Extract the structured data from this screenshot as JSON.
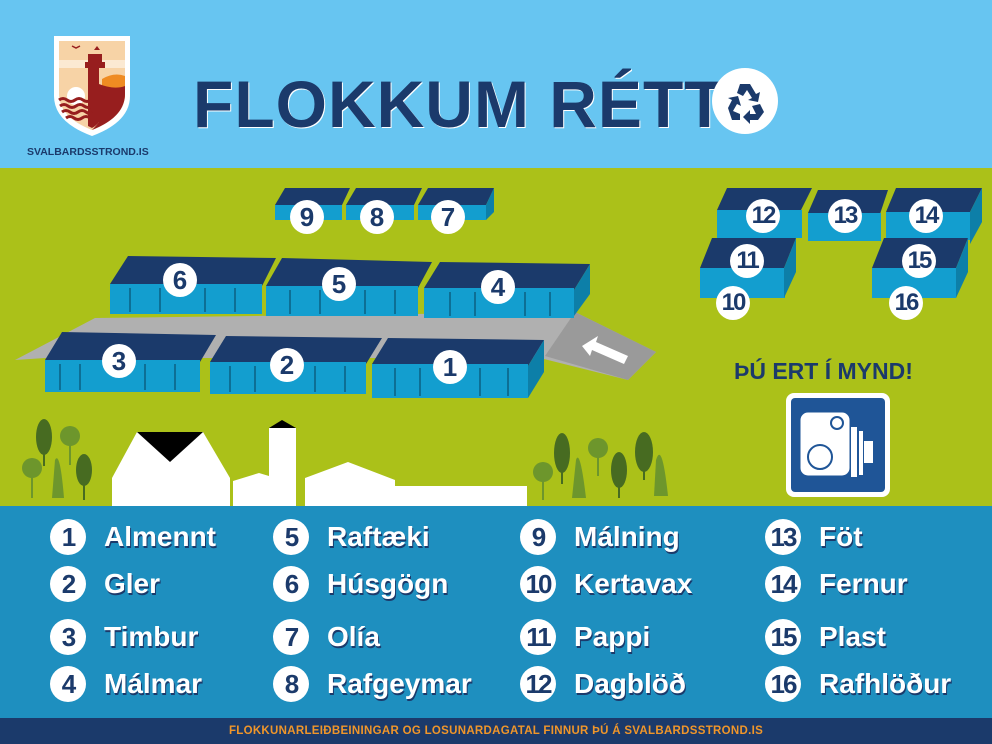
{
  "header": {
    "title": "FLOKKUM RÉTT",
    "logo_site": "SVALBARDSSTROND.IS",
    "logo_icon": "municipal-crest-lighthouse",
    "title_icon": "recycle-icon"
  },
  "map": {
    "row_back_small": [
      {
        "num": "9"
      },
      {
        "num": "8"
      },
      {
        "num": "7"
      }
    ],
    "row_mid": [
      {
        "num": "6"
      },
      {
        "num": "5"
      },
      {
        "num": "4"
      }
    ],
    "row_front": [
      {
        "num": "3"
      },
      {
        "num": "2"
      },
      {
        "num": "1"
      }
    ],
    "right_cluster": [
      {
        "num": "12"
      },
      {
        "num": "13"
      },
      {
        "num": "14"
      },
      {
        "num": "11"
      },
      {
        "num": "15"
      },
      {
        "num": "10"
      },
      {
        "num": "16"
      }
    ],
    "entrance_arrow": "arrow-left-icon",
    "camera_notice": "ÞÚ ERT Í MYND!",
    "camera_icon": "speed-camera-icon"
  },
  "legend": {
    "items": [
      {
        "num": "1",
        "label": "Almennt"
      },
      {
        "num": "2",
        "label": "Gler"
      },
      {
        "num": "3",
        "label": "Timbur"
      },
      {
        "num": "4",
        "label": "Málmar"
      },
      {
        "num": "5",
        "label": "Raftæki"
      },
      {
        "num": "6",
        "label": "Húsgögn"
      },
      {
        "num": "7",
        "label": "Olía"
      },
      {
        "num": "8",
        "label": "Rafgeymar"
      },
      {
        "num": "9",
        "label": "Málning"
      },
      {
        "num": "10",
        "label": "Kertavax"
      },
      {
        "num": "11",
        "label": "Pappi"
      },
      {
        "num": "12",
        "label": "Dagblöð"
      },
      {
        "num": "13",
        "label": "Föt"
      },
      {
        "num": "14",
        "label": "Fernur"
      },
      {
        "num": "15",
        "label": "Plast"
      },
      {
        "num": "16",
        "label": "Rafhlöður"
      }
    ]
  },
  "footer": {
    "text": "FLOKKUNARLEIÐBEININGAR OG LOSUNARDAGATAL FINNUR ÞÚ Á SVALBARDSSTROND.IS"
  },
  "colors": {
    "sky": "#67c5f1",
    "grass": "#abc119",
    "legend_bg": "#1e8fbf",
    "navy": "#1b3a6b",
    "container_side": "#139ecf",
    "container_top": "#1b3a6b",
    "footer_text": "#f0962a"
  }
}
